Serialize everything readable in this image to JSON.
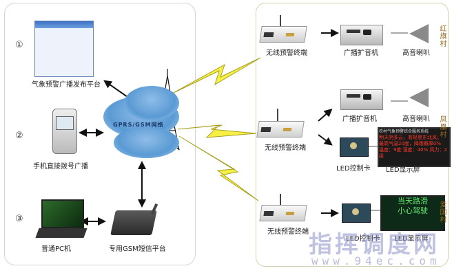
{
  "left_panel": {
    "items": [
      {
        "index": "①",
        "label": "气象预警广播发布平台"
      },
      {
        "index": "②",
        "label": "手机直接拨号广播"
      },
      {
        "index": "③",
        "label": "普通PC机",
        "label2": "专用GSM短信平台"
      }
    ],
    "network_label": "GPRS/GSM网络"
  },
  "right_panel": {
    "villages": [
      {
        "name": "红旗村",
        "terminal_label": "无线预警终端",
        "devices": [
          "广播扩音机",
          "高音喇叭"
        ]
      },
      {
        "name": "凤凰村",
        "terminal_label": "无线预警终端",
        "devices": [
          "广播扩音机",
          "高音喇叭",
          "LED控制卡",
          "LED显示屏"
        ],
        "led_screen_title": "农村气象预警综合服务系统",
        "led_screen_lines": [
          "明天阴多云，有轻度东北风；",
          "最高气温20度，降雨概率0%",
          "温度：9度 湿度：40% 风力：2级"
        ]
      },
      {
        "name": "爱国村",
        "terminal_label": "无线预警终端",
        "devices": [
          "LED控制卡",
          "LED显示屏"
        ],
        "led_screen_lines": [
          "当天路滑",
          "小心驾驶"
        ]
      }
    ]
  },
  "watermark": {
    "text": "指挥调度网",
    "url": "www.94ec.com"
  },
  "colors": {
    "lightning": "#f6f046",
    "cloud": "#6aa6dc",
    "village_label": "#9a6a1c",
    "watermark": "#8c92c8"
  }
}
